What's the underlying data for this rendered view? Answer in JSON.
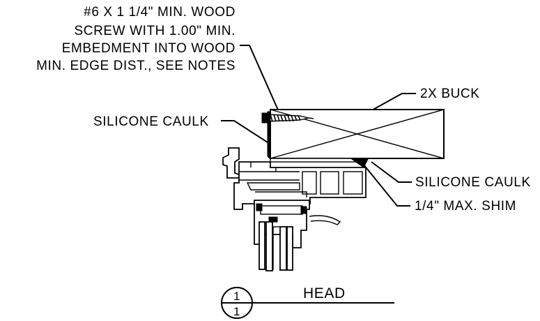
{
  "callouts": {
    "screw_line1": "#6 X 1 1/4\" MIN. WOOD",
    "screw_line2": "SCREW WITH 1.00\" MIN.",
    "screw_line3": "EMBEDMENT INTO WOOD",
    "screw_line4": "MIN. EDGE DIST., SEE NOTES",
    "silicone_left": "SILICONE CAULK",
    "buck": "2X BUCK",
    "silicone_right": "SILICONE CAULK",
    "shim": "1/4\" MAX. SHIM"
  },
  "detail": {
    "title": "HEAD",
    "number_top": "1",
    "number_bottom": "1"
  }
}
